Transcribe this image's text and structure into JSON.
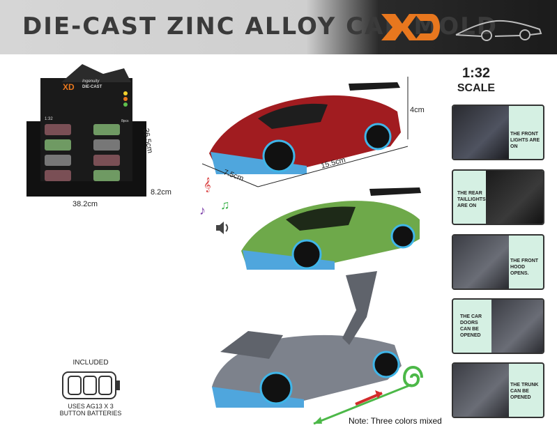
{
  "banner": {
    "title": "DIE-CAST ZINC ALLOY CAR MOLD",
    "logo_text": "XD",
    "colors": {
      "logo": "#e8771e",
      "title": "#3a3a3a"
    }
  },
  "scale": {
    "ratio": "1:32",
    "label": "SCALE"
  },
  "display_box": {
    "brand": "XD",
    "line1": "Ingenuity",
    "line2": "DIE-CAST",
    "scale": "1:32",
    "pcs": "8pcs",
    "dim_width": "38.2cm",
    "dim_depth": "36.5cm",
    "dim_height": "8.2cm"
  },
  "car_dims": {
    "height": "4cm",
    "width": "7.5cm",
    "length": "15.5cm"
  },
  "features": [
    {
      "text": "THE FRONT LIGHTS ARE ON"
    },
    {
      "text": "THE REAR TAILLIGHTS ARE ON"
    },
    {
      "text": "THE FRONT HOOD OPENS."
    },
    {
      "text": "THE CAR DOORS CAN BE OPENED"
    },
    {
      "text": "THE TRUNK CAN BE OPENED"
    }
  ],
  "battery": {
    "included": "INCLUDED",
    "text": "USES AG13 X 3 BUTTON BATTERIES"
  },
  "note": "Note: Three colors mixed",
  "icons": [
    "music-note-icon",
    "speaker-icon",
    "swirl-arrow-icon",
    "car-outline-icon"
  ]
}
